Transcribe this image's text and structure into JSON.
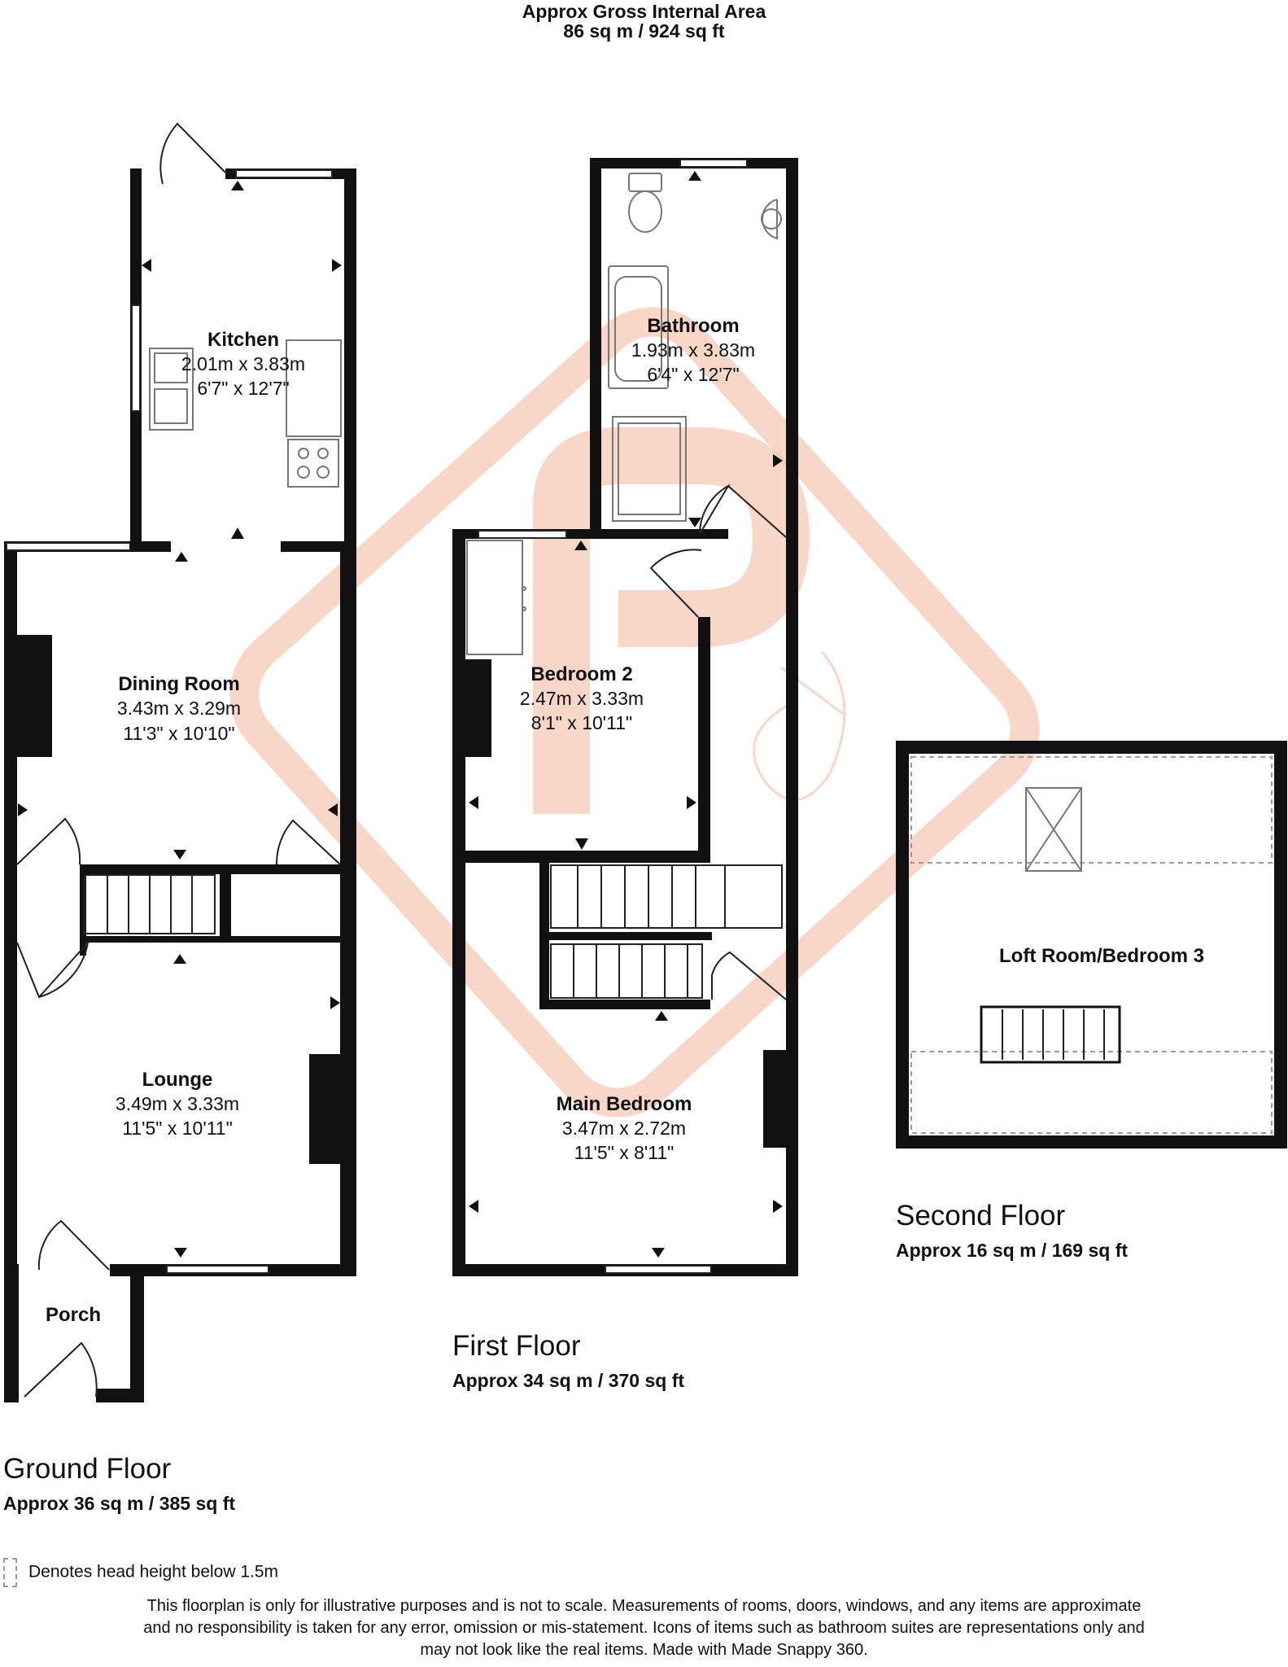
{
  "header": {
    "line1": "Approx Gross Internal Area",
    "line2": "86 sq m / 924 sq ft"
  },
  "floors": {
    "ground": {
      "name": "Ground Floor",
      "area": "Approx 36 sq m / 385 sq ft"
    },
    "first": {
      "name": "First Floor",
      "area": "Approx 34 sq m / 370 sq ft"
    },
    "second": {
      "name": "Second Floor",
      "area": "Approx 16 sq m / 169 sq ft"
    }
  },
  "rooms": {
    "kitchen": {
      "name": "Kitchen",
      "metric": "2.01m x 3.83m",
      "imperial": "6'7\" x 12'7\""
    },
    "dining": {
      "name": "Dining Room",
      "metric": "3.43m x 3.29m",
      "imperial": "11'3\" x 10'10\""
    },
    "lounge": {
      "name": "Lounge",
      "metric": "3.49m x 3.33m",
      "imperial": "11'5\" x 10'11\""
    },
    "porch": {
      "name": "Porch"
    },
    "bathroom": {
      "name": "Bathroom",
      "metric": "1.93m x 3.83m",
      "imperial": "6'4\" x 12'7\""
    },
    "bedroom2": {
      "name": "Bedroom 2",
      "metric": "2.47m x 3.33m",
      "imperial": "8'1\" x 10'11\""
    },
    "main_bedroom": {
      "name": "Main Bedroom",
      "metric": "3.47m x 2.72m",
      "imperial": "11'5\" x 8'11\""
    },
    "loft": {
      "name": "Loft Room/Bedroom 3"
    }
  },
  "legend": {
    "text": "Denotes head height below 1.5m"
  },
  "disclaimer": {
    "line1": "This floorplan is only for illustrative purposes and is not to scale. Measurements of rooms, doors, windows, and any items are approximate",
    "line2": "and no responsibility is taken for any error, omission or mis-statement. Icons of items such as bathroom suites are representations only and",
    "line3": "may not look like the real items. Made with Made Snappy 360."
  },
  "colors": {
    "wall": "#111111",
    "watermark": "#f3b79a",
    "dashed": "#9a9a9a"
  }
}
